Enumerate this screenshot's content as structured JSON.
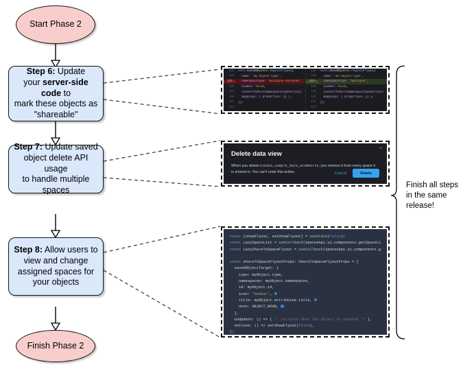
{
  "flow": {
    "start": {
      "label": "Start Phase 2"
    },
    "finish": {
      "label": "Finish Phase 2"
    },
    "steps": [
      {
        "tag": "Step 6:",
        "rest_1": " Update",
        "rest_2": "your ",
        "bold": "server-side code",
        "rest_3": " to",
        "rest_4": "mark these objects as",
        "rest_5": "\"shareable\""
      },
      {
        "tag": "Step 7:",
        "rest_1": " Update saved",
        "rest_2": "object delete API usage",
        "rest_3": "to handle multiple spaces"
      },
      {
        "tag": "Step 8:",
        "rest_1": " Allow users to",
        "rest_2": "view and change",
        "rest_3": "assigned spaces for",
        "rest_4": "your objects"
      }
    ]
  },
  "note": {
    "line1": "Finish all steps",
    "line2": "in the same",
    "line3": "release!"
  },
  "diff": {
    "left": [
      {
        "num": "135",
        "text": "core.savedObjects.registerType({",
        "type": "ctx"
      },
      {
        "num": "136",
        "text": "  name: 'my-object-type',",
        "type": "ctx"
      },
      {
        "num": "137-",
        "text": "  namespaceType: 'multiple-isolated',",
        "type": "del"
      },
      {
        "num": "138",
        "text": "  hidden: false,",
        "type": "ctx"
      },
      {
        "num": "139",
        "text": "  convertToMultiNamespaceTypeVersion: '",
        "type": "ctx"
      },
      {
        "num": "140",
        "text": "  mappings: { properties: {} },",
        "type": "ctx"
      },
      {
        "num": "141",
        "text": "});",
        "type": "ctx"
      },
      {
        "num": "142",
        "text": "",
        "type": "ctx"
      }
    ],
    "right": [
      {
        "num": "135",
        "text": "core.savedObjects.registerType({",
        "type": "ctx"
      },
      {
        "num": "136",
        "text": "  name: 'my-object-type',",
        "type": "ctx"
      },
      {
        "num": "137+",
        "text": "  namespaceType: 'multiple',",
        "type": "add"
      },
      {
        "num": "138",
        "text": "  hidden: false,",
        "type": "ctx"
      },
      {
        "num": "139",
        "text": "  convertToMultiNamespaceTypeVersion: '",
        "type": "ctx"
      },
      {
        "num": "140",
        "text": "  mappings: { properties: {} },",
        "type": "ctx"
      },
      {
        "num": "141",
        "text": "});",
        "type": "ctx"
      },
      {
        "num": "142",
        "text": "",
        "type": "ctx"
      }
    ]
  },
  "modal": {
    "title": "Delete data view",
    "close_label": "×",
    "body_pre": "When you delete",
    "body_code": "kibana_sample_data_ecommerce",
    "body_post": ", you remove it from every space it is shared in. You can't undo this action.",
    "cancel_label": "Cancel",
    "delete_label": "Delete"
  },
  "react_code": {
    "lines": [
      "const [showFlyout, setShowFlyout] = useState(false);",
      "const LazySpaceList = useCallback(spacesApi.ui.components.getSpaceLi",
      "const LazyShareToSpaceFlyout = useCallback(spacesApi.ui.components.g",
      "",
      "const shareToSpaceFlyoutProps: ShareToSpaceFlyoutProps = {",
      "  savedObjectTarget: {",
      "    type: myObject.type,",
      "    namespaces: myObject.namespaces,",
      "    id: myObject.id,",
      "    icon: 'beaker',",
      "    title: myObject.attributes.title,",
      "    noun: OBJECT_NOUN,",
      "  },",
      "  onUpdate: () => { /* callback when the object is updated */ },",
      "  onClose: () => setShowFlyout(false),",
      "};"
    ]
  },
  "colors": {
    "step_fill": "#dae8fc",
    "terminal_fill": "#f8cecc",
    "accent_blue": "#36a2ef",
    "diff_del": "#4a1618",
    "diff_add": "#2c3a22"
  }
}
